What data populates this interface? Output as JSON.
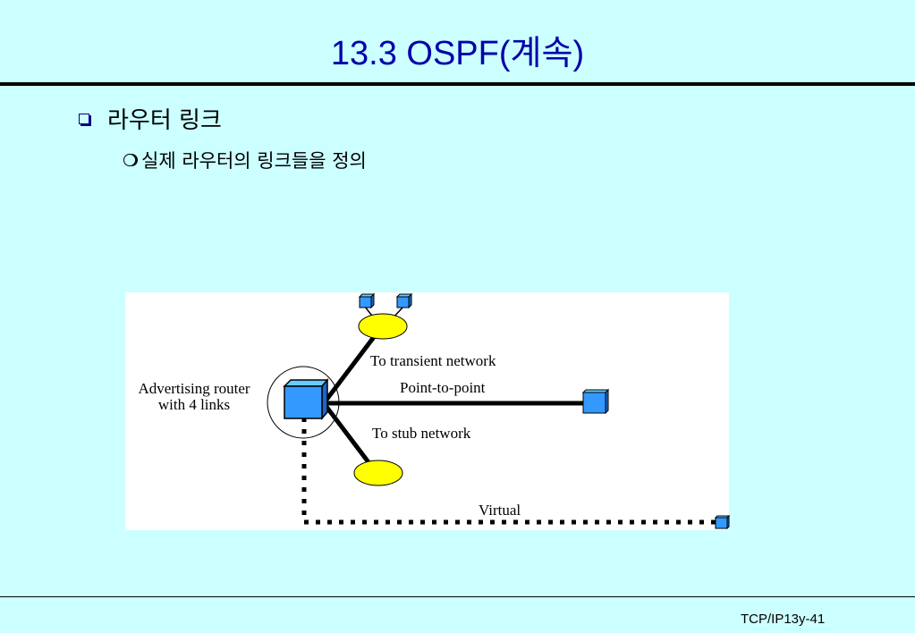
{
  "slide": {
    "title": "13.3 OSPF(계속)",
    "bullet_main": "라우터 링크",
    "bullet_sub": "실제 라우터의 링크들을 정의",
    "footer": "TCP/IP13y-41"
  },
  "diagram": {
    "router_label_line1": "Advertising router",
    "router_label_line2": "with 4  links",
    "link_transient": "To transient network",
    "link_p2p": "Point-to-point",
    "link_stub": "To stub network",
    "link_virtual": "Virtual"
  },
  "colors": {
    "background": "#ccffff",
    "title": "#0000aa",
    "router_fill": "#3399ff",
    "network_fill": "#ffff00"
  }
}
